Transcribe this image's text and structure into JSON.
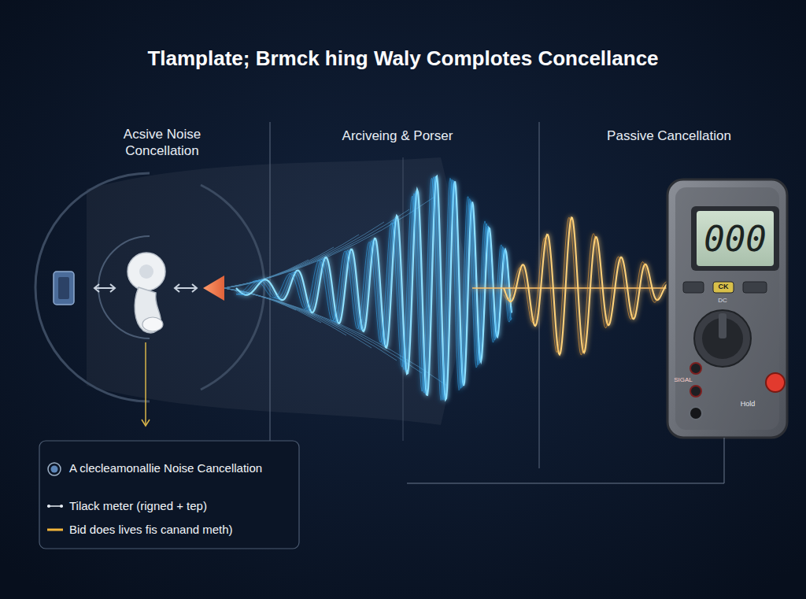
{
  "diagram": {
    "title": "Tlamplate; Brmck hing Waly Complotes Concellance",
    "labels": [
      "Acsive Noise Concellation",
      "Arciveing & Porser",
      "Passive Cancellation",
      "000",
      "CK",
      "DC",
      "SIGAL",
      "Hold"
    ],
    "legend": [
      {
        "text": "A clecleamonallie Noise Cancellation"
      },
      {
        "text": "Tilack meter (rigned + tep)"
      },
      {
        "text": "Bid does lives fis canand meth)"
      }
    ]
  }
}
